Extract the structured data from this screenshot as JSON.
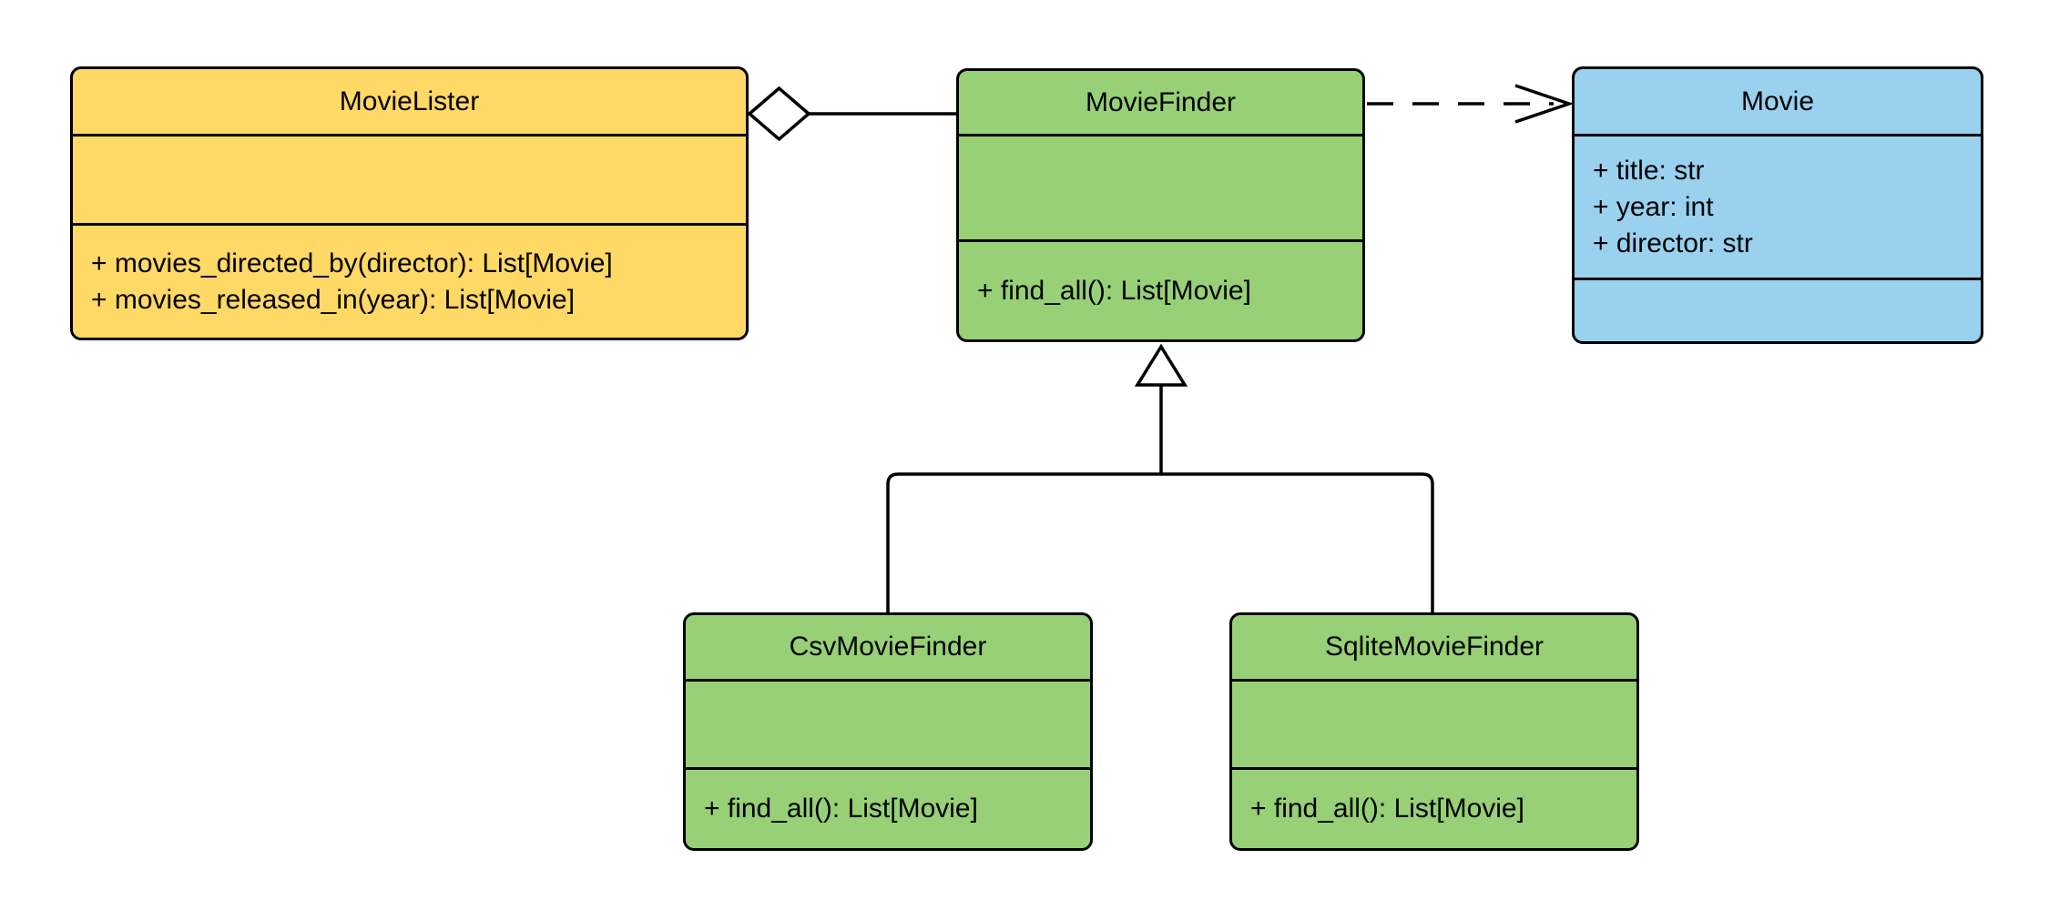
{
  "diagram": {
    "type": "uml-class-diagram",
    "background": "#FFFFFF",
    "stroke_color": "#000000",
    "classes": [
      {
        "name": "MovieLister",
        "fill": "#FFD966",
        "attributes": [],
        "methods": [
          "+ movies_directed_by(director): List[Movie]",
          "+ movies_released_in(year): List[Movie]"
        ]
      },
      {
        "name": "MovieFinder",
        "fill": "#97D077",
        "attributes": [],
        "methods": [
          "+ find_all(): List[Movie]"
        ]
      },
      {
        "name": "Movie",
        "fill": "#99D1EF",
        "attributes": [
          "+ title: str",
          "+ year: int",
          "+ director: str"
        ],
        "methods": []
      },
      {
        "name": "CsvMovieFinder",
        "fill": "#97D077",
        "attributes": [],
        "methods": [
          "+ find_all(): List[Movie]"
        ]
      },
      {
        "name": "SqliteMovieFinder",
        "fill": "#97D077",
        "attributes": [],
        "methods": [
          "+ find_all(): List[Movie]"
        ]
      }
    ],
    "relationships": [
      {
        "type": "aggregation",
        "from": "MovieLister",
        "to": "MovieFinder",
        "marker": "open-diamond-at-whole"
      },
      {
        "type": "dependency",
        "from": "MovieFinder",
        "to": "Movie",
        "marker": "open-arrow-dashed"
      },
      {
        "type": "inheritance",
        "from": "CsvMovieFinder",
        "to": "MovieFinder",
        "marker": "hollow-triangle"
      },
      {
        "type": "inheritance",
        "from": "SqliteMovieFinder",
        "to": "MovieFinder",
        "marker": "hollow-triangle"
      }
    ]
  }
}
